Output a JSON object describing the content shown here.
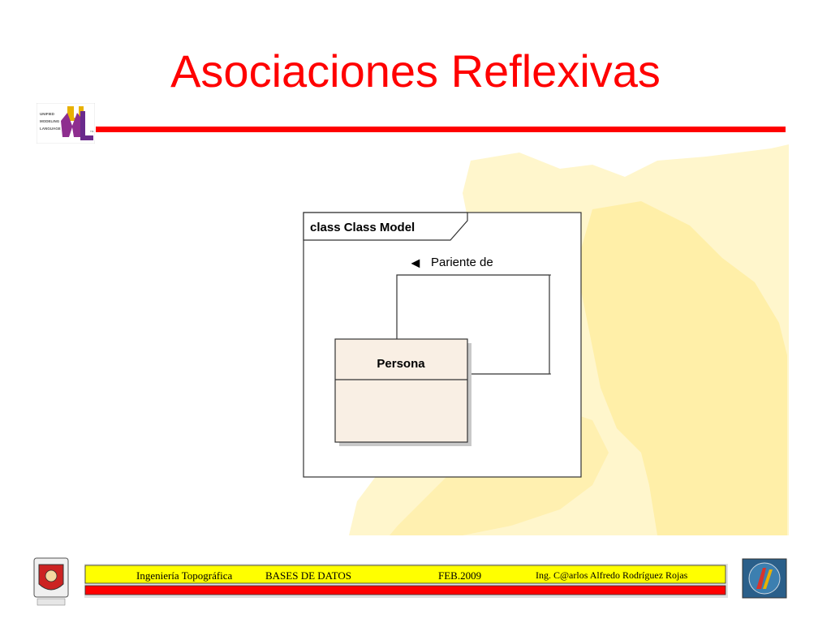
{
  "slide": {
    "title": "Asociaciones Reflexivas"
  },
  "diagram": {
    "frame_label": "class Class Model",
    "class_name": "Persona",
    "association_label": "Pariente de",
    "association_arrow": "◄"
  },
  "footer": {
    "program": "Ingeniería Topográfica",
    "course": "BASES DE DATOS",
    "date": "FEB.2009",
    "author": "Ing. C@arlos Alfredo Rodríguez Rojas"
  },
  "logo": {
    "line1": "UNIFIED",
    "line2": "MODELING",
    "line3": "LANGUAGE",
    "tm": "TM"
  },
  "colors": {
    "title": "#ff0000",
    "rule": "#ff0000",
    "class_fill": "#f9efe4",
    "footer_yellow": "#ffff00",
    "footer_red": "#ff0000",
    "watermark": "#fff4c2"
  }
}
